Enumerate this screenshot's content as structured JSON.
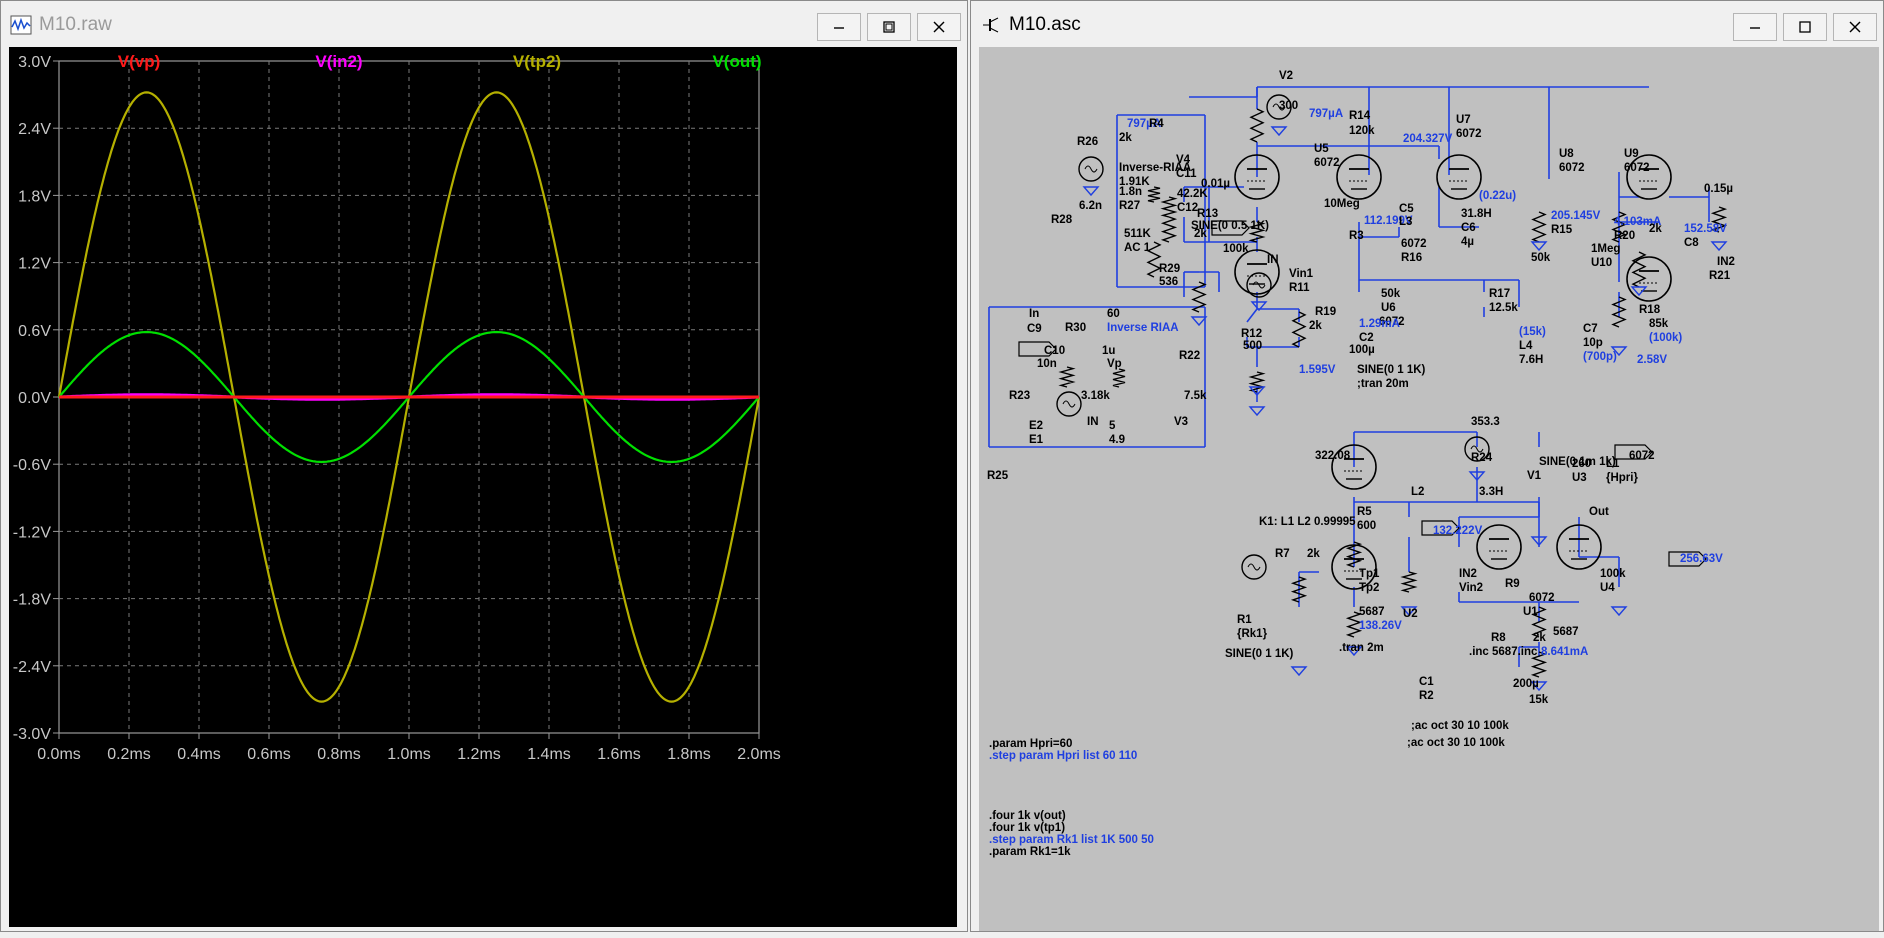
{
  "plot_window": {
    "title": "M10.raw",
    "icon": "waveform-icon",
    "controls": [
      "minimize-icon",
      "maximize-icon",
      "close-icon"
    ]
  },
  "schematic_window": {
    "title": "M10.asc",
    "icon": "schematic-icon",
    "controls": [
      "minimize-icon",
      "maximize-icon",
      "close-icon"
    ]
  },
  "chart_data": {
    "type": "line",
    "xlabel": "",
    "ylabel": "",
    "x_ticks": [
      "0.0ms",
      "0.2ms",
      "0.4ms",
      "0.6ms",
      "0.8ms",
      "1.0ms",
      "1.2ms",
      "1.4ms",
      "1.6ms",
      "1.8ms",
      "2.0ms"
    ],
    "y_ticks": [
      "3.0V",
      "2.4V",
      "1.8V",
      "1.2V",
      "0.6V",
      "0.0V",
      "-0.6V",
      "-1.2V",
      "-1.8V",
      "-2.4V",
      "-3.0V"
    ],
    "xlim": [
      0,
      2.0
    ],
    "ylim": [
      -3.0,
      3.0
    ],
    "grid": true,
    "background": "#000000",
    "series": [
      {
        "name": "V(vp)",
        "color": "#ff1a1a",
        "amplitude": 0.0,
        "frequency_khz": 1
      },
      {
        "name": "V(in2)",
        "color": "#ff00ff",
        "amplitude": 0.02,
        "frequency_khz": 1
      },
      {
        "name": "V(tp2)",
        "color": "#b5b000",
        "amplitude": 2.72,
        "frequency_khz": 1
      },
      {
        "name": "V(out)",
        "color": "#00e000",
        "amplitude": 0.58,
        "frequency_khz": 1
      }
    ]
  },
  "schematic": {
    "labels": [
      {
        "t": "V2",
        "c": "k"
      },
      {
        "t": "300",
        "c": "k"
      },
      {
        "t": "797µA",
        "c": "b"
      },
      {
        "t": "R14",
        "c": "k"
      },
      {
        "t": "120k",
        "c": "k"
      },
      {
        "t": "U7",
        "c": "k"
      },
      {
        "t": "6072",
        "c": "k"
      },
      {
        "t": "204.327V",
        "c": "b"
      },
      {
        "t": "U8",
        "c": "k"
      },
      {
        "t": "6072",
        "c": "k"
      },
      {
        "t": "U9",
        "c": "k"
      },
      {
        "t": "6072",
        "c": "k"
      },
      {
        "t": "U5",
        "c": "k"
      },
      {
        "t": "6072",
        "c": "k"
      },
      {
        "t": "0.01µ",
        "c": "k"
      },
      {
        "t": "R13",
        "c": "k"
      },
      {
        "t": "10Meg",
        "c": "k"
      },
      {
        "t": "112.199V",
        "c": "b"
      },
      {
        "t": "R3",
        "c": "k"
      },
      {
        "t": "2k",
        "c": "k"
      },
      {
        "t": "C5",
        "c": "k"
      },
      {
        "t": "L3",
        "c": "k"
      },
      {
        "t": "31.8H",
        "c": "k"
      },
      {
        "t": "C6",
        "c": "k"
      },
      {
        "t": "4µ",
        "c": "k"
      },
      {
        "t": "(0.22u)",
        "c": "b"
      },
      {
        "t": "205.145V",
        "c": "b"
      },
      {
        "t": "R15",
        "c": "k"
      },
      {
        "t": "50k",
        "c": "k"
      },
      {
        "t": "4.103mA",
        "c": "b"
      },
      {
        "t": "R20",
        "c": "k"
      },
      {
        "t": "2k",
        "c": "k"
      },
      {
        "t": "152.58V",
        "c": "b"
      },
      {
        "t": "C8",
        "c": "k"
      },
      {
        "t": "0.15µ",
        "c": "k"
      },
      {
        "t": "IN2",
        "c": "k"
      },
      {
        "t": "R21",
        "c": "k"
      },
      {
        "t": "1Meg",
        "c": "k"
      },
      {
        "t": "U10",
        "c": "k"
      },
      {
        "t": "6072",
        "c": "k"
      },
      {
        "t": "R16",
        "c": "k"
      },
      {
        "t": "100k",
        "c": "k"
      },
      {
        "t": "IN",
        "c": "k"
      },
      {
        "t": "Vin1",
        "c": "k"
      },
      {
        "t": "R11",
        "c": "k"
      },
      {
        "t": "50k",
        "c": "k"
      },
      {
        "t": "U6",
        "c": "k"
      },
      {
        "t": "6072",
        "c": "k"
      },
      {
        "t": "R17",
        "c": "k"
      },
      {
        "t": "12.5k",
        "c": "k"
      },
      {
        "t": "(15k)",
        "c": "b"
      },
      {
        "t": "L4",
        "c": "k"
      },
      {
        "t": "7.6H",
        "c": "k"
      },
      {
        "t": "C7",
        "c": "k"
      },
      {
        "t": "10p",
        "c": "k"
      },
      {
        "t": "(700p)",
        "c": "b"
      },
      {
        "t": "R18",
        "c": "k"
      },
      {
        "t": "85k",
        "c": "k"
      },
      {
        "t": "(100k)",
        "c": "b"
      },
      {
        "t": "2.58V",
        "c": "b"
      },
      {
        "t": "R19",
        "c": "k"
      },
      {
        "t": "2k",
        "c": "k"
      },
      {
        "t": "1.29mA",
        "c": "b"
      },
      {
        "t": "C2",
        "c": "k"
      },
      {
        "t": "100µ",
        "c": "k"
      },
      {
        "t": "R12",
        "c": "k"
      },
      {
        "t": "500",
        "c": "k"
      },
      {
        "t": "1.595V",
        "c": "b"
      },
      {
        "t": "SINE(0 1 1K)",
        "c": "k"
      },
      {
        "t": ";tran 20m",
        "c": "k"
      },
      {
        "t": "797µA",
        "c": "b"
      },
      {
        "t": "R4",
        "c": "k"
      },
      {
        "t": "2k",
        "c": "k"
      },
      {
        "t": "R26",
        "c": "k"
      },
      {
        "t": "Inverse-RIAA",
        "c": "k"
      },
      {
        "t": "1.91K",
        "c": "k"
      },
      {
        "t": "V4",
        "c": "k"
      },
      {
        "t": "C11",
        "c": "k"
      },
      {
        "t": "1.8n",
        "c": "k"
      },
      {
        "t": "R27",
        "c": "k"
      },
      {
        "t": "42.2K",
        "c": "k"
      },
      {
        "t": "C12",
        "c": "k"
      },
      {
        "t": "6.2n",
        "c": "k"
      },
      {
        "t": "R28",
        "c": "k"
      },
      {
        "t": "511K",
        "c": "k"
      },
      {
        "t": "AC 1",
        "c": "k"
      },
      {
        "t": "SINE(0 0.5 1K)",
        "c": "k"
      },
      {
        "t": "R29",
        "c": "k"
      },
      {
        "t": "536",
        "c": "k"
      },
      {
        "t": "In",
        "c": "k"
      },
      {
        "t": "R30",
        "c": "k"
      },
      {
        "t": "60",
        "c": "k"
      },
      {
        "t": "C9",
        "c": "k"
      },
      {
        "t": "Inverse RIAA",
        "c": "b"
      },
      {
        "t": "C10",
        "c": "k"
      },
      {
        "t": "1u",
        "c": "k"
      },
      {
        "t": "10n",
        "c": "k"
      },
      {
        "t": "Vp",
        "c": "k"
      },
      {
        "t": "R22",
        "c": "k"
      },
      {
        "t": "R23",
        "c": "k"
      },
      {
        "t": "3.18k",
        "c": "k"
      },
      {
        "t": "7.5k",
        "c": "k"
      },
      {
        "t": "IN",
        "c": "k"
      },
      {
        "t": "V3",
        "c": "k"
      },
      {
        "t": "E2",
        "c": "k"
      },
      {
        "t": "E1",
        "c": "k"
      },
      {
        "t": "5",
        "c": "k"
      },
      {
        "t": "4.9",
        "c": "k"
      },
      {
        "t": "R25",
        "c": "k"
      },
      {
        "t": "353.3",
        "c": "k"
      },
      {
        "t": "R24",
        "c": "k"
      },
      {
        "t": "322.08",
        "c": "k"
      },
      {
        "t": "SINE(0 1m 1k)",
        "c": "k"
      },
      {
        "t": "V1",
        "c": "k"
      },
      {
        "t": "260",
        "c": "k"
      },
      {
        "t": "U3",
        "c": "k"
      },
      {
        "t": "6072",
        "c": "k"
      },
      {
        "t": "L1",
        "c": "k"
      },
      {
        "t": "{Hpri}",
        "c": "k"
      },
      {
        "t": "L2",
        "c": "k"
      },
      {
        "t": "3.3H",
        "c": "k"
      },
      {
        "t": "Out",
        "c": "k"
      },
      {
        "t": "R5",
        "c": "k"
      },
      {
        "t": "600",
        "c": "k"
      },
      {
        "t": "132.222V",
        "c": "b"
      },
      {
        "t": "256.63V",
        "c": "b"
      },
      {
        "t": "K1: L1 L2 0.99995",
        "c": "k"
      },
      {
        "t": "R7",
        "c": "k"
      },
      {
        "t": "2k",
        "c": "k"
      },
      {
        "t": "Tp1",
        "c": "k"
      },
      {
        "t": "Tp2",
        "c": "k"
      },
      {
        "t": "IN2",
        "c": "k"
      },
      {
        "t": "Vin2",
        "c": "k"
      },
      {
        "t": "R9",
        "c": "k"
      },
      {
        "t": "100k",
        "c": "k"
      },
      {
        "t": "U4",
        "c": "k"
      },
      {
        "t": "6072",
        "c": "k"
      },
      {
        "t": "U1",
        "c": "k"
      },
      {
        "t": "5687",
        "c": "k"
      },
      {
        "t": "138.26V",
        "c": "b"
      },
      {
        "t": "U2",
        "c": "k"
      },
      {
        "t": "5687",
        "c": "k"
      },
      {
        "t": "R1",
        "c": "k"
      },
      {
        "t": "{Rk1}",
        "c": "k"
      },
      {
        "t": "R8",
        "c": "k"
      },
      {
        "t": "2k",
        "c": "k"
      },
      {
        "t": ".inc 5687.inc",
        "c": "k"
      },
      {
        "t": "8.641mA",
        "c": "b"
      },
      {
        "t": "SINE(0 1 1K)",
        "c": "k"
      },
      {
        "t": ".tran 2m",
        "c": "k"
      },
      {
        "t": "C1",
        "c": "k"
      },
      {
        "t": "R2",
        "c": "k"
      },
      {
        "t": "200µ",
        "c": "k"
      },
      {
        "t": "15k",
        "c": "k"
      },
      {
        "t": ";ac oct 30 10 100k",
        "c": "k"
      },
      {
        "t": ";ac oct 30 10 100k",
        "c": "k"
      },
      {
        "t": ".four 1k v(out)",
        "c": "k"
      },
      {
        "t": ".four 1k v(tp1)",
        "c": "k"
      },
      {
        "t": ".step param Rk1 list 1K 500 50",
        "c": "b"
      },
      {
        "t": ".param Rk1=1k",
        "c": "k"
      },
      {
        "t": ".param Hpri=60",
        "c": "k"
      },
      {
        "t": ".step param Hpri list 60 110",
        "c": "b"
      }
    ]
  }
}
